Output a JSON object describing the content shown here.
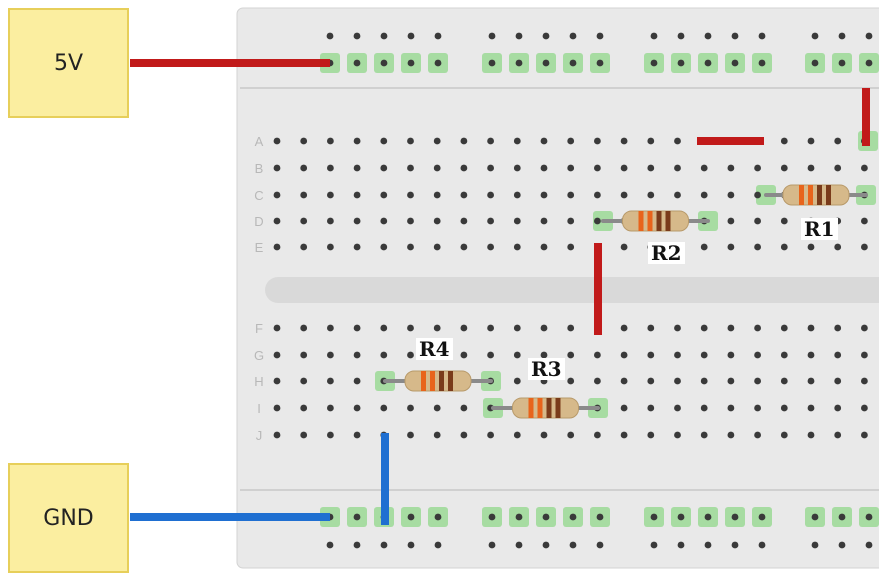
{
  "sources": {
    "vcc_label": "5V",
    "gnd_label": "GND"
  },
  "breadboard": {
    "row_letters": [
      "A",
      "B",
      "C",
      "D",
      "E",
      "F",
      "G",
      "H",
      "I",
      "J"
    ]
  },
  "resistors": {
    "r1": "R1",
    "r2": "R2",
    "r3": "R3",
    "r4": "R4"
  },
  "colors": {
    "wire_power": "#c11a1a",
    "wire_ground": "#1f6fd1",
    "board": "#e9e9e9",
    "hole": "#3a3a3a",
    "rail_pad": "#a7dca2",
    "resistor_body": "#d6b98a",
    "resistor_band_orange": "#e8641b",
    "resistor_band_brown": "#7a3b1a",
    "source_fill": "#fbeea0"
  }
}
